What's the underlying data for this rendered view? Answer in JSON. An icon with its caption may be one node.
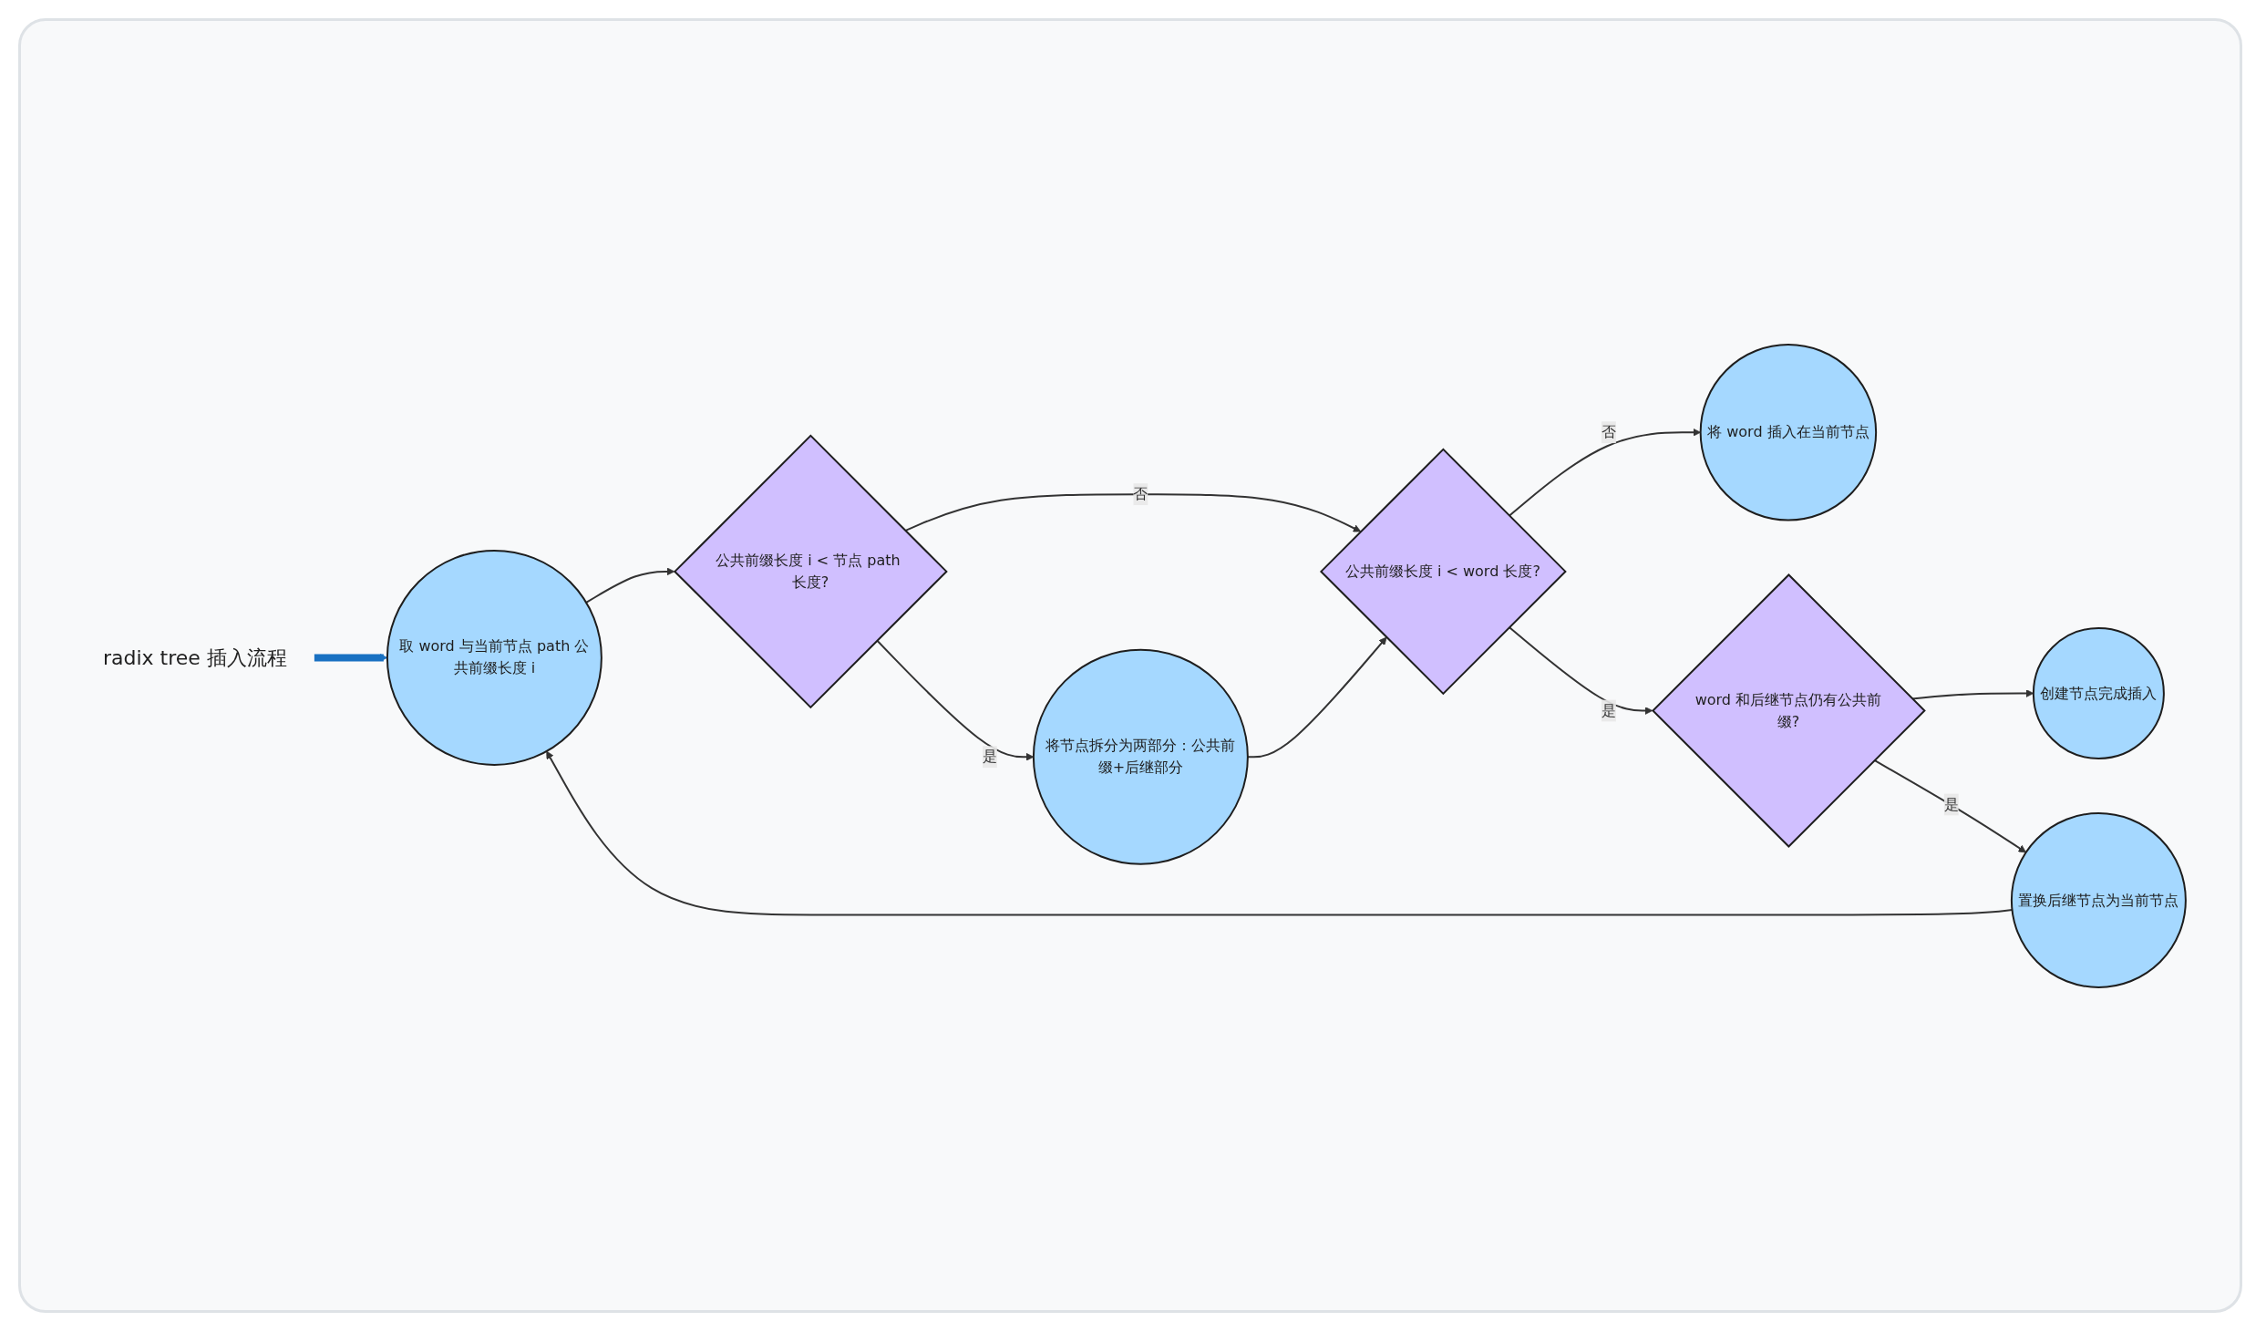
{
  "diagram": {
    "nodes": [
      {
        "text": [
          "radix tree 插入流程"
        ]
      },
      {
        "text": [
          "取 word 与当前节点 path 公共前缀长度 i"
        ]
      },
      {
        "text": [
          "公共前缀长度 i < 节点 path 长度?"
        ]
      },
      {
        "text": [
          "将节点拆分为两部分：公共前缀+后继部分"
        ]
      },
      {
        "text": [
          "公共前缀长度 i < word 长度?"
        ]
      },
      {
        "text": [
          "将 word 插入在当前节点"
        ]
      },
      {
        "text": [
          "word 和后继节点仍有公共前缀?"
        ]
      },
      {
        "text": [
          "创建节点完成插入"
        ]
      },
      {
        "text": [
          "置换后继节点为当前节点"
        ]
      }
    ],
    "edges": [
      {
        "from": 0,
        "to": 1,
        "arrow": "to",
        "style": "thick",
        "color": "#1971c2"
      },
      {
        "from": 1,
        "to": 2,
        "arrow": "to"
      },
      {
        "from": 2,
        "to": 4,
        "arrow": "to",
        "label": "否"
      },
      {
        "from": 2,
        "to": 3,
        "arrow": "to",
        "label": "是"
      },
      {
        "from": 3,
        "to": 4,
        "arrow": "to"
      },
      {
        "from": 4,
        "to": 5,
        "arrow": "to",
        "label": "否"
      },
      {
        "from": 4,
        "to": 6,
        "arrow": "to",
        "label": "是"
      },
      {
        "from": 6,
        "to": 7,
        "arrow": "to"
      },
      {
        "from": 6,
        "to": 8,
        "arrow": "to",
        "label": "是"
      },
      {
        "from": 8,
        "to": 1,
        "arrow": "to"
      }
    ]
  }
}
